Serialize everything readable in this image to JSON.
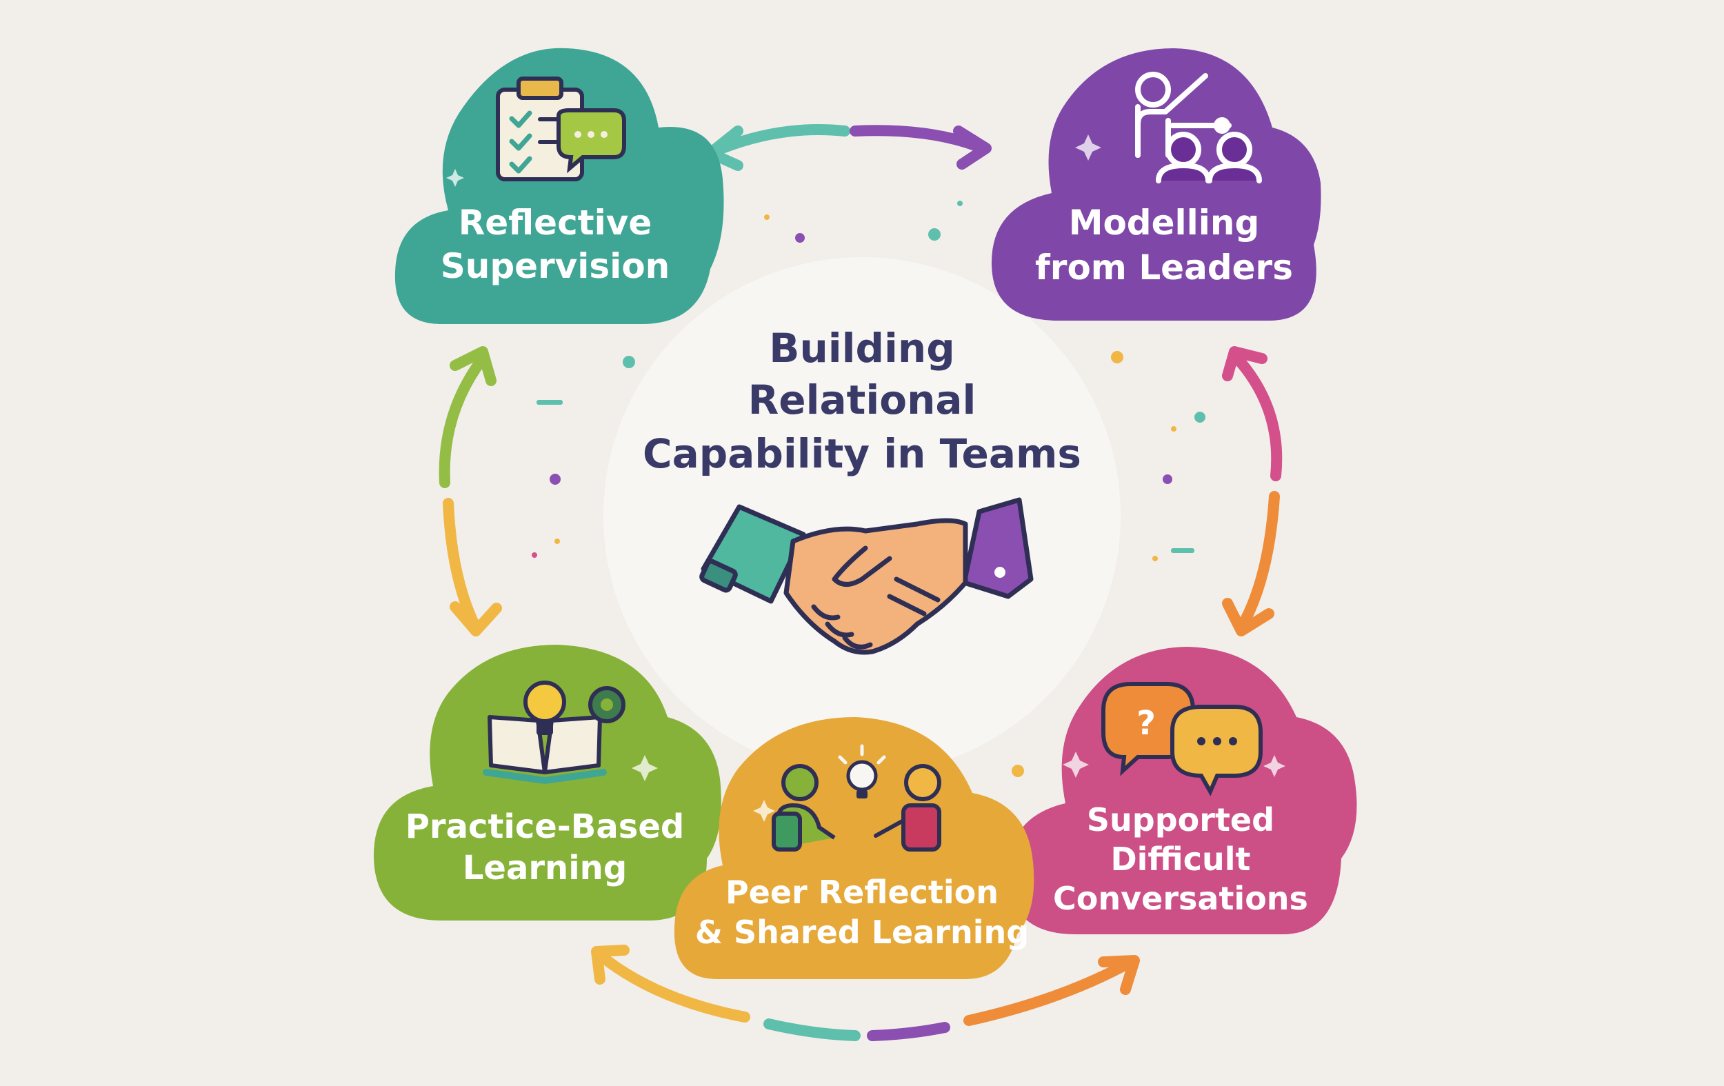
{
  "diagram": {
    "title_lines": [
      "Building",
      "Relational",
      "Capability in Teams"
    ],
    "nodes": [
      {
        "id": "reflective-supervision",
        "lines": [
          "Reflective",
          "Supervision"
        ],
        "color": "#3fa594",
        "icon": "clipboard-checklist-icon"
      },
      {
        "id": "modelling-from-leaders",
        "lines": [
          "Modelling",
          "from Leaders"
        ],
        "color": "#7f48a8",
        "icon": "presenter-audience-icon"
      },
      {
        "id": "practice-based-learning",
        "lines": [
          "Practice-Based",
          "Learning"
        ],
        "color": "#86b23a",
        "icon": "book-lightbulb-gear-icon"
      },
      {
        "id": "peer-reflection",
        "lines": [
          "Peer Reflection",
          "& Shared Learning"
        ],
        "color": "#e6a838",
        "icon": "peers-idea-icon"
      },
      {
        "id": "supported-difficult-conversations",
        "lines": [
          "Supported",
          "Difficult",
          "Conversations"
        ],
        "color": "#cc4f86",
        "icon": "speech-bubbles-icon"
      }
    ],
    "colors": {
      "background": "#f2efeb",
      "center_circle": "#f8f6f3",
      "title_text": "#3a3a68",
      "teal": "#5fbfad",
      "purple": "#8a4fb0",
      "green": "#93bd45",
      "orange": "#ee8c3a",
      "yellow": "#f0b745",
      "pink": "#d4508a"
    },
    "center_icon": "handshake-icon"
  }
}
